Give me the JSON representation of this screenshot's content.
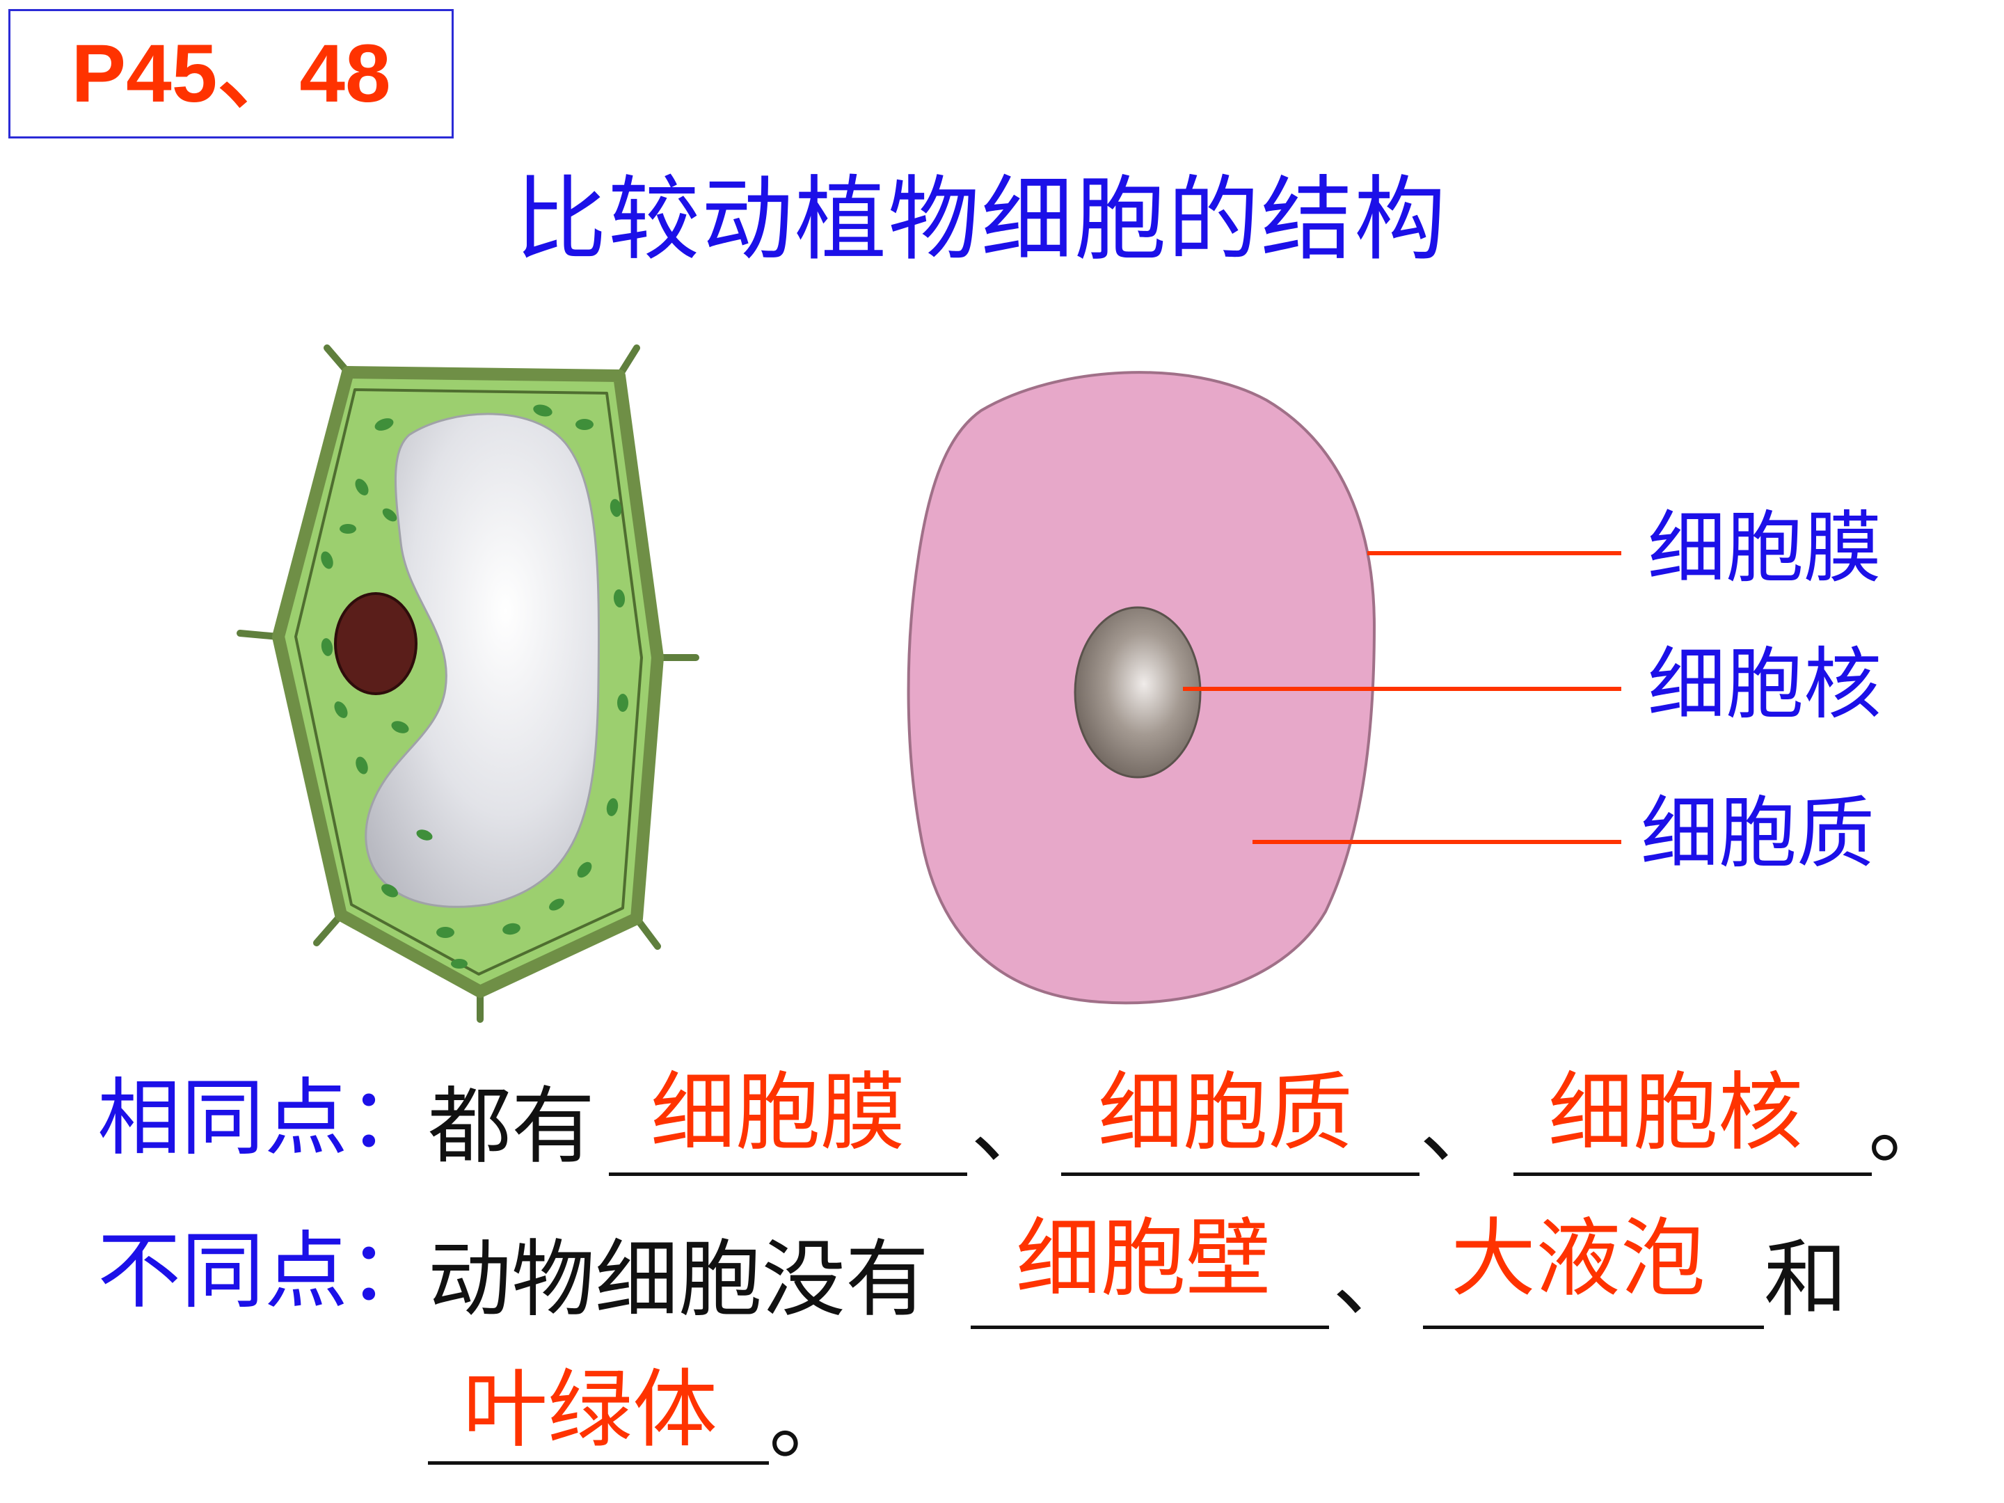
{
  "page_ref": "P45、48",
  "title": "比较动植物细胞的结构",
  "diagram": {
    "labels": {
      "membrane": "细胞膜",
      "nucleus": "细胞核",
      "cytoplasm": "细胞质"
    },
    "colors": {
      "label_text": "#1c10e8",
      "leader_line": "#ff3300",
      "animal_cell": "#e7a8c9",
      "plant_cytoplasm": "#9ccf6f",
      "plant_wall": "#6f8f46",
      "vacuole": "#e4e5ea",
      "plant_nucleus": "#5a1e1a",
      "animal_nucleus": "#8a8078"
    }
  },
  "similarity": {
    "heading": "相同点：",
    "prefix": "都有",
    "answers": [
      "细胞膜",
      "细胞质",
      "细胞核"
    ],
    "separator": "、",
    "end": "。"
  },
  "difference": {
    "heading": "不同点：",
    "prefix": "动物细胞没有",
    "answers": [
      "细胞壁",
      "大液泡",
      "叶绿体"
    ],
    "separator": "、",
    "conj": "和",
    "end": "。"
  }
}
